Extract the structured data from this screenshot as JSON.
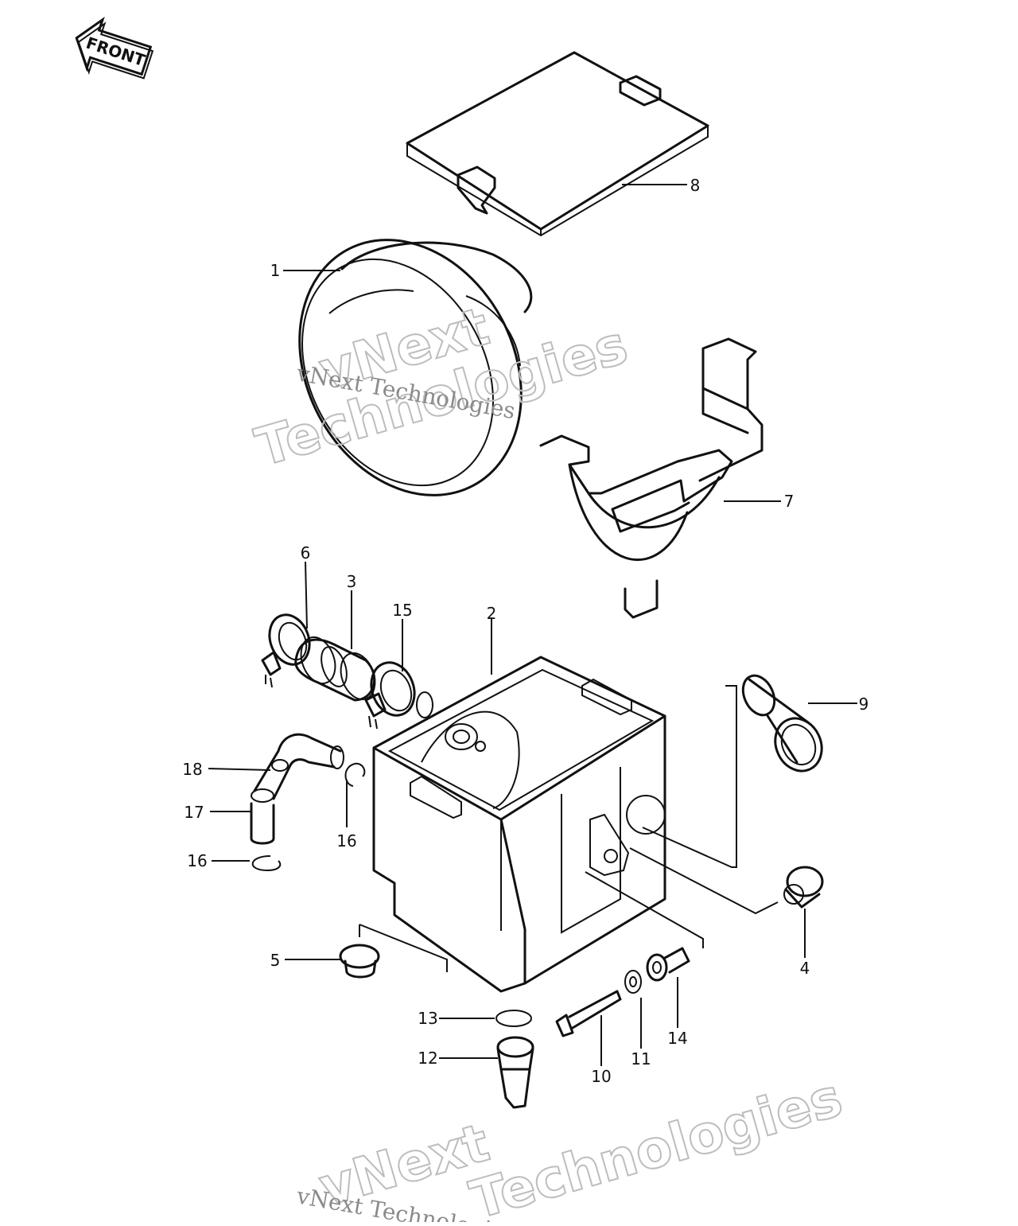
{
  "diagram": {
    "front_label": "FRONT",
    "watermarks": [
      {
        "text": "vNext"
      },
      {
        "text": "Technologies"
      },
      {
        "text": "vNext Technologies"
      },
      {
        "text": "vNext"
      },
      {
        "text": "vNext Technologies"
      },
      {
        "text": "Technologies"
      }
    ],
    "callouts": [
      {
        "id": "1",
        "label": "1"
      },
      {
        "id": "2",
        "label": "2"
      },
      {
        "id": "3",
        "label": "3"
      },
      {
        "id": "4",
        "label": "4"
      },
      {
        "id": "5",
        "label": "5"
      },
      {
        "id": "6",
        "label": "6"
      },
      {
        "id": "7",
        "label": "7"
      },
      {
        "id": "8",
        "label": "8"
      },
      {
        "id": "9",
        "label": "9"
      },
      {
        "id": "10",
        "label": "10"
      },
      {
        "id": "11",
        "label": "11"
      },
      {
        "id": "12",
        "label": "12"
      },
      {
        "id": "13",
        "label": "13"
      },
      {
        "id": "14",
        "label": "14"
      },
      {
        "id": "15",
        "label": "15"
      },
      {
        "id": "16a",
        "label": "16"
      },
      {
        "id": "16b",
        "label": "16"
      },
      {
        "id": "17",
        "label": "17"
      },
      {
        "id": "18",
        "label": "18"
      }
    ]
  }
}
